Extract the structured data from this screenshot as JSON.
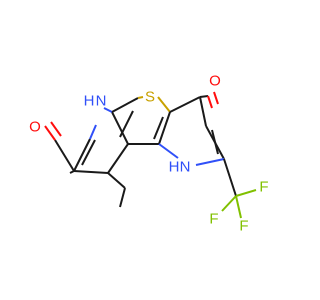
{
  "molecule": {
    "colors": {
      "carbon": "#1a1a1a",
      "nitrogen": "#3050f8",
      "oxygen": "#ff0d0d",
      "sulfur": "#c8a100",
      "fluorine": "#80c000"
    },
    "labels": {
      "s": "S",
      "n_upper": "N",
      "h_upper": "H",
      "n_lower": "N",
      "h_lower": "H",
      "o_left": "O",
      "o_right": "O",
      "f_1": "F",
      "f_2": "F",
      "f_3": "F"
    }
  }
}
